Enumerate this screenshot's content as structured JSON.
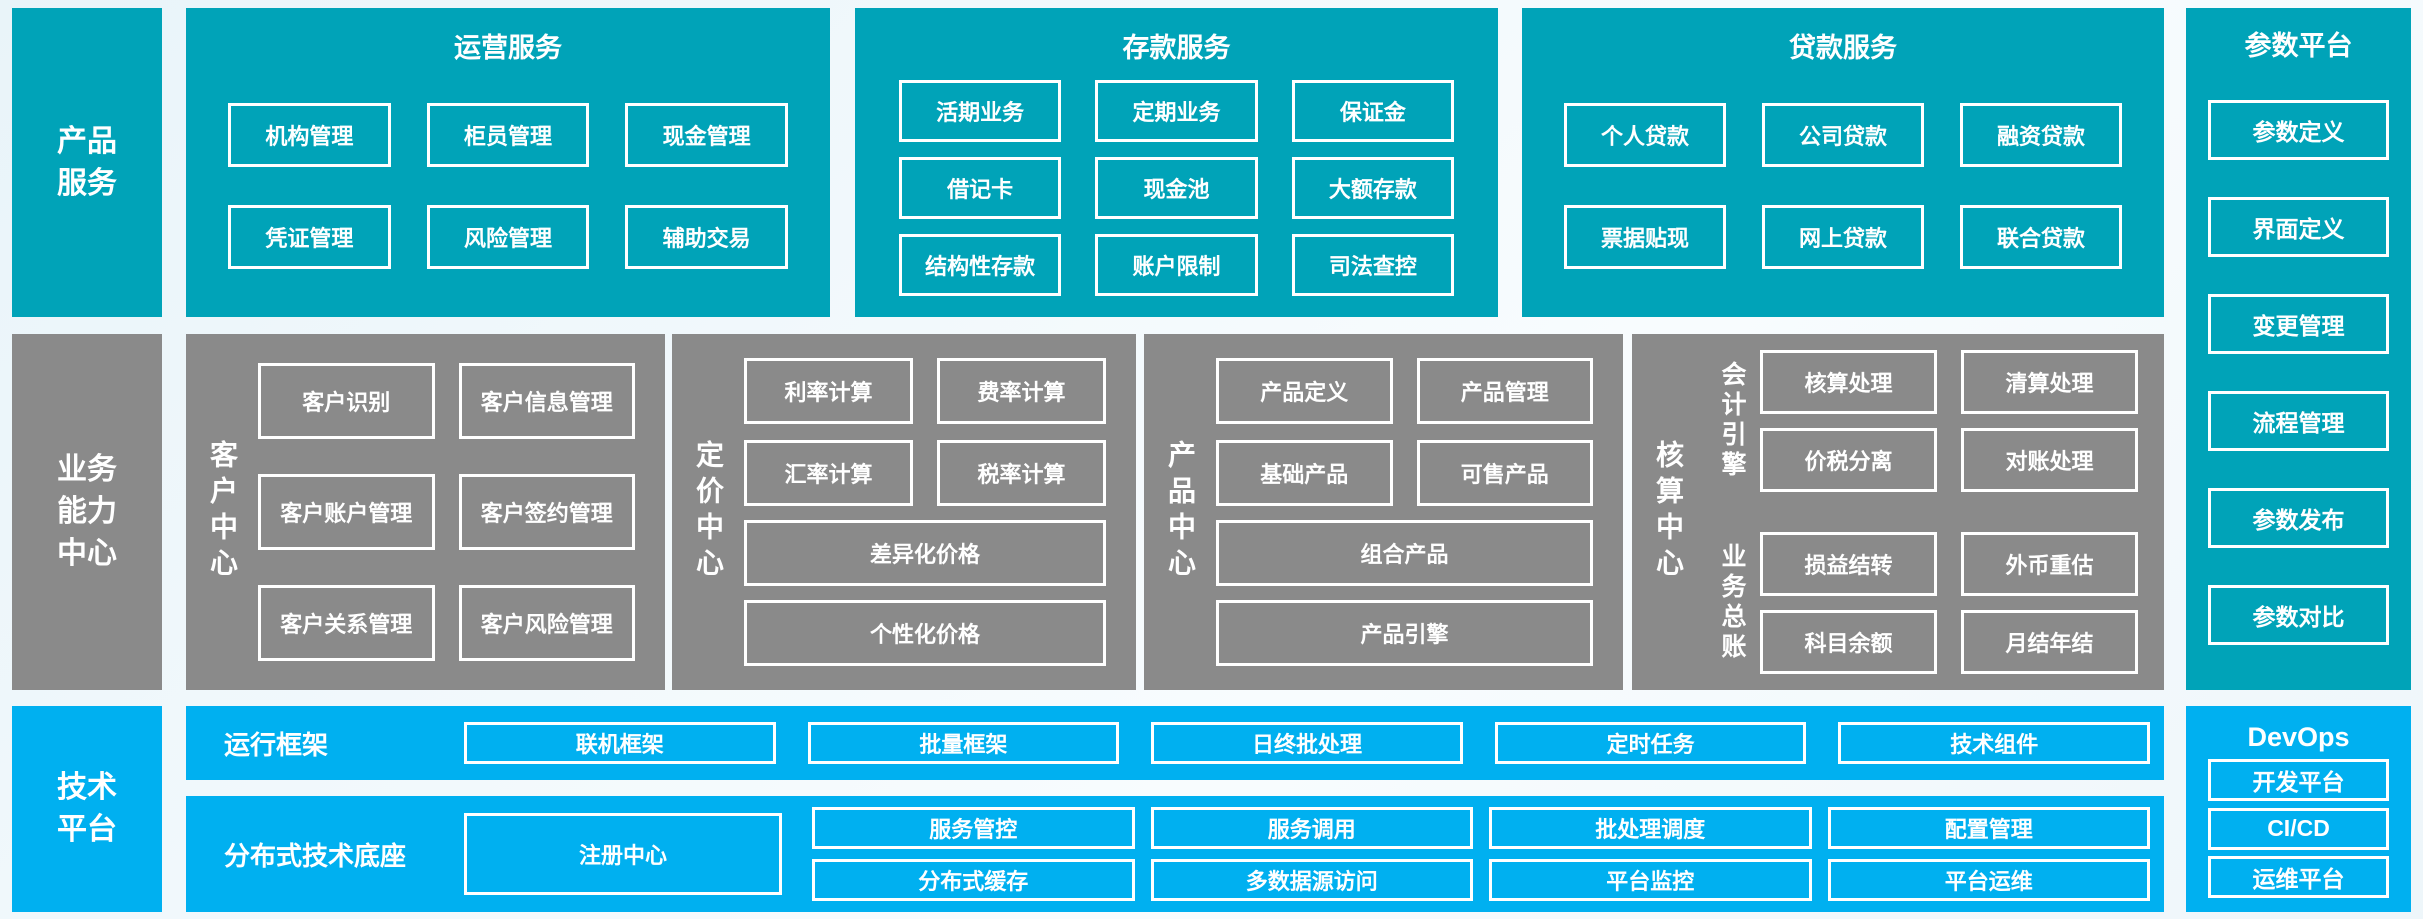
{
  "colors": {
    "teal": "#00A3B8",
    "gray": "#8A8A8A",
    "blue": "#00B0F0",
    "text": "#FFFFFF"
  },
  "rails": {
    "product": "产品\n服务",
    "business": "业务\n能力\n中心",
    "tech": "技术\n平台"
  },
  "product_row": {
    "operations": {
      "title": "运营服务",
      "boxes": [
        "机构管理",
        "柜员管理",
        "现金管理",
        "凭证管理",
        "风险管理",
        "辅助交易"
      ]
    },
    "deposit": {
      "title": "存款服务",
      "boxes": [
        "活期业务",
        "定期业务",
        "保证金",
        "借记卡",
        "现金池",
        "大额存款",
        "结构性存款",
        "账户限制",
        "司法查控"
      ]
    },
    "loan": {
      "title": "贷款服务",
      "boxes": [
        "个人贷款",
        "公司贷款",
        "融资贷款",
        "票据贴现",
        "网上贷款",
        "联合贷款"
      ]
    }
  },
  "param_platform": {
    "title": "参数平台",
    "boxes": [
      "参数定义",
      "界面定义",
      "变更管理",
      "流程管理",
      "参数发布",
      "参数对比"
    ]
  },
  "business_row": {
    "customer": {
      "label": "客户中心",
      "boxes": [
        "客户识别",
        "客户信息管理",
        "客户账户管理",
        "客户签约管理",
        "客户关系管理",
        "客户风险管理"
      ]
    },
    "pricing": {
      "label": "定价中心",
      "pair_boxes": [
        "利率计算",
        "费率计算",
        "汇率计算",
        "税率计算"
      ],
      "wide_boxes": [
        "差异化价格",
        "个性化价格"
      ]
    },
    "product": {
      "label": "产品中心",
      "pair_boxes": [
        "产品定义",
        "产品管理",
        "基础产品",
        "可售产品"
      ],
      "wide_boxes": [
        "组合产品",
        "产品引擎"
      ]
    },
    "accounting": {
      "label": "核算中心",
      "groups": [
        {
          "label": "会计引擎",
          "boxes": [
            "核算处理",
            "清算处理",
            "价税分离",
            "对账处理"
          ]
        },
        {
          "label": "业务总账",
          "boxes": [
            "损益结转",
            "外币重估",
            "科目余额",
            "月结年结"
          ]
        }
      ]
    }
  },
  "tech_row": {
    "runtime": {
      "label": "运行框架",
      "boxes": [
        "联机框架",
        "批量框架",
        "日终批处理",
        "定时任务",
        "技术组件"
      ]
    },
    "distributed": {
      "label": "分布式技术底座",
      "registry_box": "注册中心",
      "grid_boxes": [
        "服务管控",
        "服务调用",
        "批处理调度",
        "配置管理",
        "分布式缓存",
        "多数据源访问",
        "平台监控",
        "平台运维"
      ]
    }
  },
  "devops": {
    "title": "DevOps",
    "boxes": [
      "开发平台",
      "CI/CD",
      "运维平台"
    ]
  }
}
